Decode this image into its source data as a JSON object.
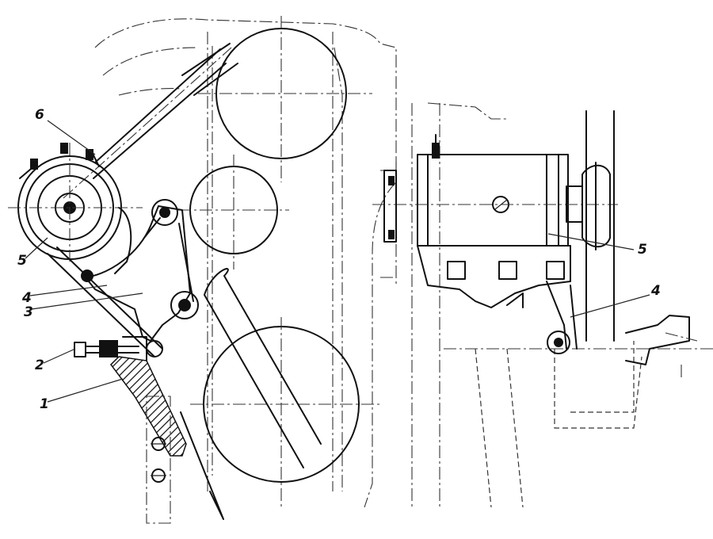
{
  "callouts": {
    "left_6": "6",
    "left_5": "5",
    "left_4": "4",
    "left_3": "3",
    "left_2": "2",
    "left_1": "1",
    "right_5": "5",
    "right_4": "4"
  }
}
